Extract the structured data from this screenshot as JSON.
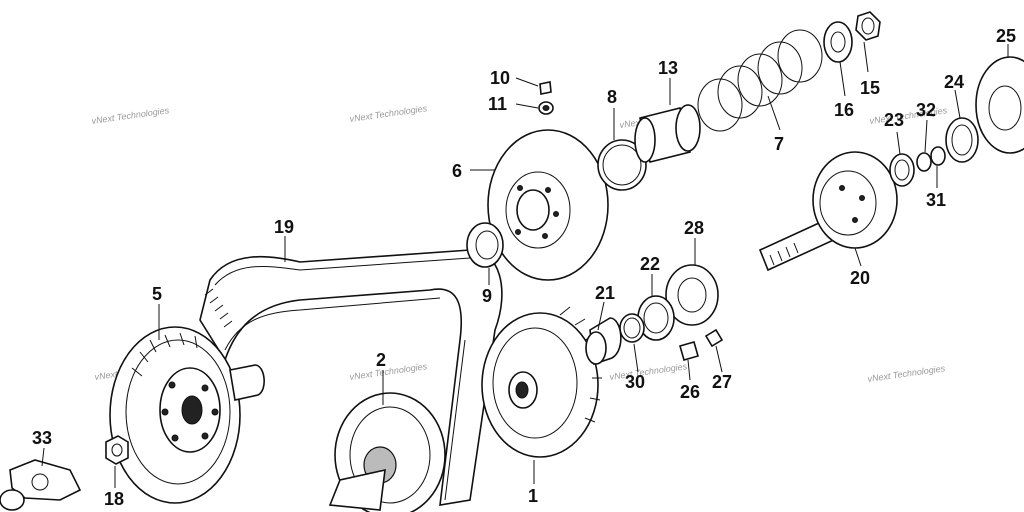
{
  "watermark": "vNext Technologies",
  "callouts": {
    "p1": "1",
    "p2": "2",
    "p5": "5",
    "p6": "6",
    "p7": "7",
    "p8": "8",
    "p9": "9",
    "p10": "10",
    "p11": "11",
    "p13": "13",
    "p15": "15",
    "p16": "16",
    "p18": "18",
    "p19": "19",
    "p20": "20",
    "p21": "21",
    "p22": "22",
    "p23": "23",
    "p24": "24",
    "p25": "25",
    "p26": "26",
    "p27": "27",
    "p28": "28",
    "p30": "30",
    "p31": "31",
    "p32": "32",
    "p33": "33"
  }
}
